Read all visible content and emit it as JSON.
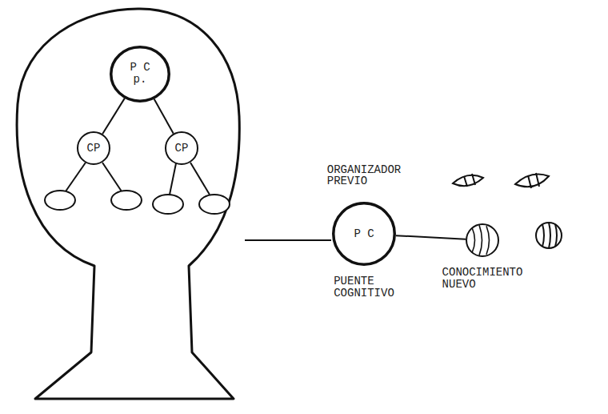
{
  "diagram": {
    "nodes": [
      {
        "text": [
          "P C",
          "p."
        ]
      },
      {
        "text": [
          "CP"
        ]
      },
      {
        "text": [
          "CP"
        ]
      },
      {
        "text": [
          "ORGANIZADOR PREVIO",
          "P C",
          "PUENTE COGNITIVO"
        ]
      },
      {
        "text": [
          "CONOCIMIENTO NUEVO"
        ]
      }
    ],
    "edges": [
      {
        "from": 0,
        "to": 1,
        "arrow": "none"
      },
      {
        "from": 0,
        "to": 2,
        "arrow": "none"
      },
      {
        "from": 3,
        "to": 4,
        "arrow": "none"
      }
    ]
  }
}
